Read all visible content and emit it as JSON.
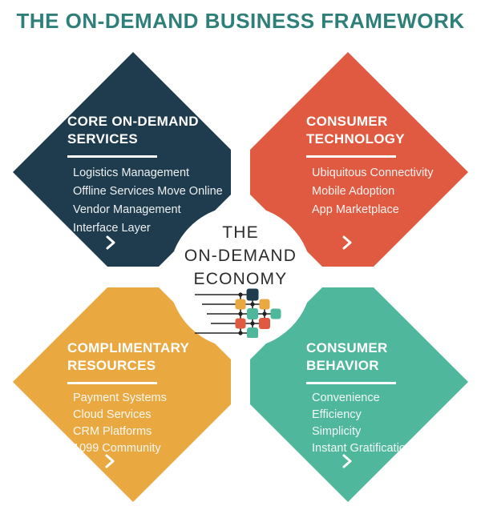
{
  "title": "THE ON-DEMAND BUSINESS FRAMEWORK",
  "colors": {
    "navy": "#1e3c4e",
    "coral": "#e05a41",
    "gold": "#eaa840",
    "teal": "#4fb79b",
    "title_teal": "#2e7f79",
    "ink": "#222222",
    "white": "#ffffff"
  },
  "center": {
    "line1": "THE",
    "line2": "ON-DEMAND",
    "line3": "ECONOMY",
    "icon": "network-nodes-icon"
  },
  "quadrants": {
    "core_services": {
      "heading1": "CORE ON-DEMAND",
      "heading2": "SERVICES",
      "items": [
        "Logistics Management",
        "Offline Services Move Online",
        "Vendor Management",
        "Interface Layer"
      ]
    },
    "consumer_technology": {
      "heading1": "CONSUMER",
      "heading2": "TECHNOLOGY",
      "items": [
        "Ubiquitous Connectivity",
        "Mobile Adoption",
        "App Marketplace"
      ]
    },
    "complimentary_resources": {
      "heading1": "COMPLIMENTARY",
      "heading2": "RESOURCES",
      "items": [
        "Payment Systems",
        "Cloud Services",
        "CRM Platforms",
        "1099 Community"
      ]
    },
    "consumer_behavior": {
      "heading1": "CONSUMER",
      "heading2": "BEHAVIOR",
      "items": [
        "Convenience",
        "Efficiency",
        "Simplicity",
        "Instant Gratification"
      ]
    }
  }
}
